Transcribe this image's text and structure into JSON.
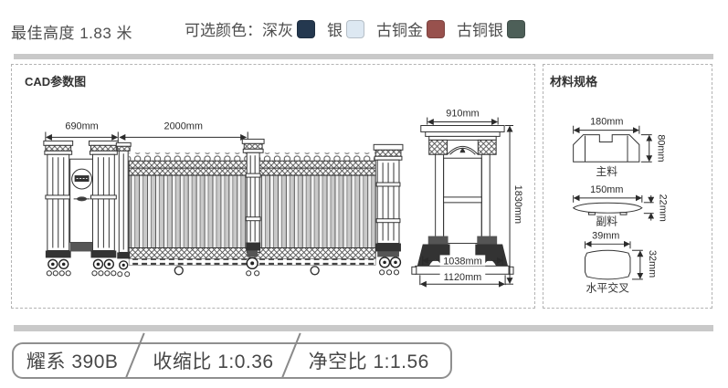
{
  "header": {
    "best_height": "最佳高度 1.83 米",
    "colors_label": "可选颜色：",
    "colors": [
      {
        "name": "深灰",
        "hex": "#24384f"
      },
      {
        "name": "银",
        "hex": "#dde8f2"
      },
      {
        "name": "古铜金",
        "hex": "#98514d"
      },
      {
        "name": "古铜银",
        "hex": "#4d5f58"
      }
    ]
  },
  "cad_panel": {
    "title": "CAD参数图",
    "front_view": {
      "pillar_unit_width": "690mm",
      "panel_width": "2000mm"
    },
    "side_view": {
      "top_width": "910mm",
      "height": "1830mm",
      "base_inner_width": "1038mm",
      "base_outer_width": "1120mm"
    }
  },
  "materials_panel": {
    "title": "材料规格",
    "profiles": [
      {
        "label": "主料",
        "width": "180mm",
        "height": "80mm"
      },
      {
        "label": "副料",
        "width": "150mm",
        "height": "22mm"
      },
      {
        "label": "水平交叉",
        "width": "39mm",
        "height": "32mm"
      }
    ]
  },
  "footer_bar": {
    "model": "耀系 390B",
    "shrink_ratio": "收缩比 1:0.36",
    "clearance_ratio": "净空比 1:1.56"
  }
}
